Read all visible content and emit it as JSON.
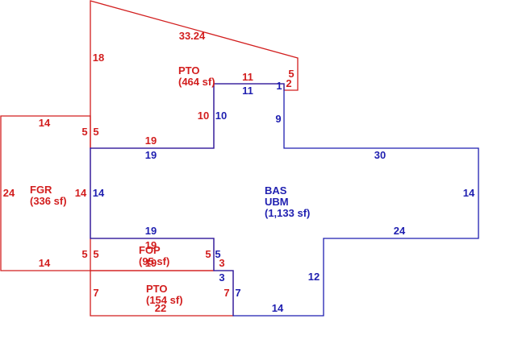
{
  "colors": {
    "red": "#d21e1e",
    "blue": "#1f1fb0",
    "background": "#ffffff"
  },
  "areas": {
    "pto_upper": {
      "code": "PTO",
      "size": "(464 sf)"
    },
    "fgr": {
      "code": "FGR",
      "size": "(336 sf)"
    },
    "bas": {
      "code": "BAS",
      "sub": "UBM",
      "size": "(1,133 sf)"
    },
    "fop": {
      "code": "FOP",
      "size": "(95 sf)"
    },
    "pto_lower": {
      "code": "PTO",
      "size": "(154 sf)"
    }
  },
  "dims": {
    "pto_top": "33.24",
    "pto_left": "18",
    "pto_right_notch": "5",
    "pto_notch_2": "2",
    "pto_notch_1": "1",
    "pto_inner_top": "11",
    "bas_notch_top": "11",
    "bas_notch_right": "9",
    "pto_inner_left": "10",
    "bas_notch_left": "10",
    "pto_bottom": "19",
    "bas_top_left": "19",
    "fgr_top": "14",
    "fgr_right_top": "5",
    "pto_left_bottom": "5",
    "fgr_left": "24",
    "fgr_right": "14",
    "bas_left": "14",
    "bas_top_right": "30",
    "bas_right": "14",
    "bas_step_top": "24",
    "bas_step_right": "12",
    "bas_bottom": "14",
    "bas_leg_right": "7",
    "fgr_bottom": "14",
    "fgr_right_bottom": "5",
    "fop_left": "5",
    "bas_lower_top": "19",
    "fop_top": "19",
    "fop_right": "5",
    "bas_lower_right": "5",
    "fop_step": "3",
    "bas_lower_step": "3",
    "fop_bottom": "19",
    "pto2_left": "7",
    "pto2_right": "7",
    "pto2_bottom": "22"
  }
}
